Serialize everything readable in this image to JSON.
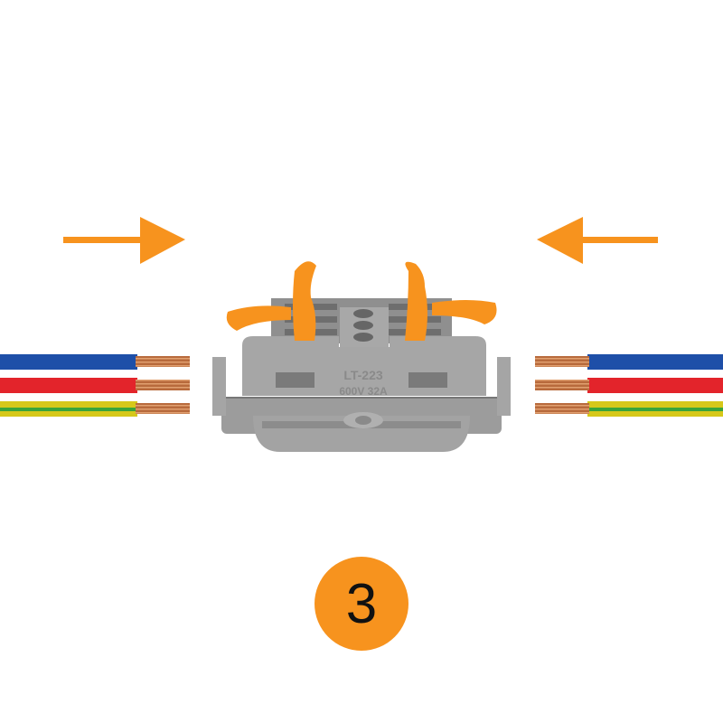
{
  "connector": {
    "model": "LT-223",
    "rating": "600V 32A"
  },
  "step_badge": {
    "number": "3"
  },
  "colors": {
    "accent": "#F7931E",
    "housing": "#9a9a9a",
    "lever": "#F7931E",
    "wire_blue": "#1e4fa8",
    "wire_red": "#e3242b",
    "wire_yellow": "#d6c81a",
    "copper": "#b86a3c"
  }
}
